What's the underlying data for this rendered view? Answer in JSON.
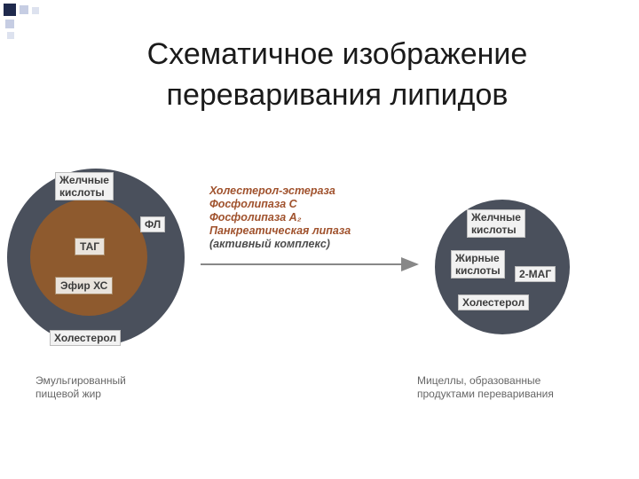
{
  "title": {
    "line1": "Схематичное изображение",
    "line2": "переваривания липидов"
  },
  "left_droplet": {
    "outer_labels": {
      "bile_acids": [
        "Желчные",
        "кислоты"
      ],
      "phospholipid": "ФЛ",
      "cholesterol": "Холестерол"
    },
    "inner_labels": {
      "tag": "ТАГ",
      "cholesterol_ester": "Эфир ХС"
    },
    "caption": [
      "Эмульгированный",
      "пищевой жир"
    ]
  },
  "enzymes": [
    "Холестерол-эстераза",
    "Фосфолипаза С",
    "Фосфолипаза А₂",
    "Панкреатическая липаза",
    "(активный комплекс)"
  ],
  "right_micelle": {
    "labels": {
      "bile_acids": [
        "Желчные",
        "кислоты"
      ],
      "fatty_acids": [
        "Жирные",
        "кислоты"
      ],
      "mag": "2-МАГ",
      "cholesterol": "Холестерол"
    },
    "caption": [
      "Мицеллы, образованные",
      "продуктами переваривания"
    ]
  },
  "colors": {
    "outer_ring": "#4a505c",
    "inner_core": "#8e5a2e",
    "arrow": "#888888",
    "enzyme_text": "#a0522d",
    "bullet_dark": "#1f2a4d",
    "bullet_light": "#c6cde3"
  }
}
